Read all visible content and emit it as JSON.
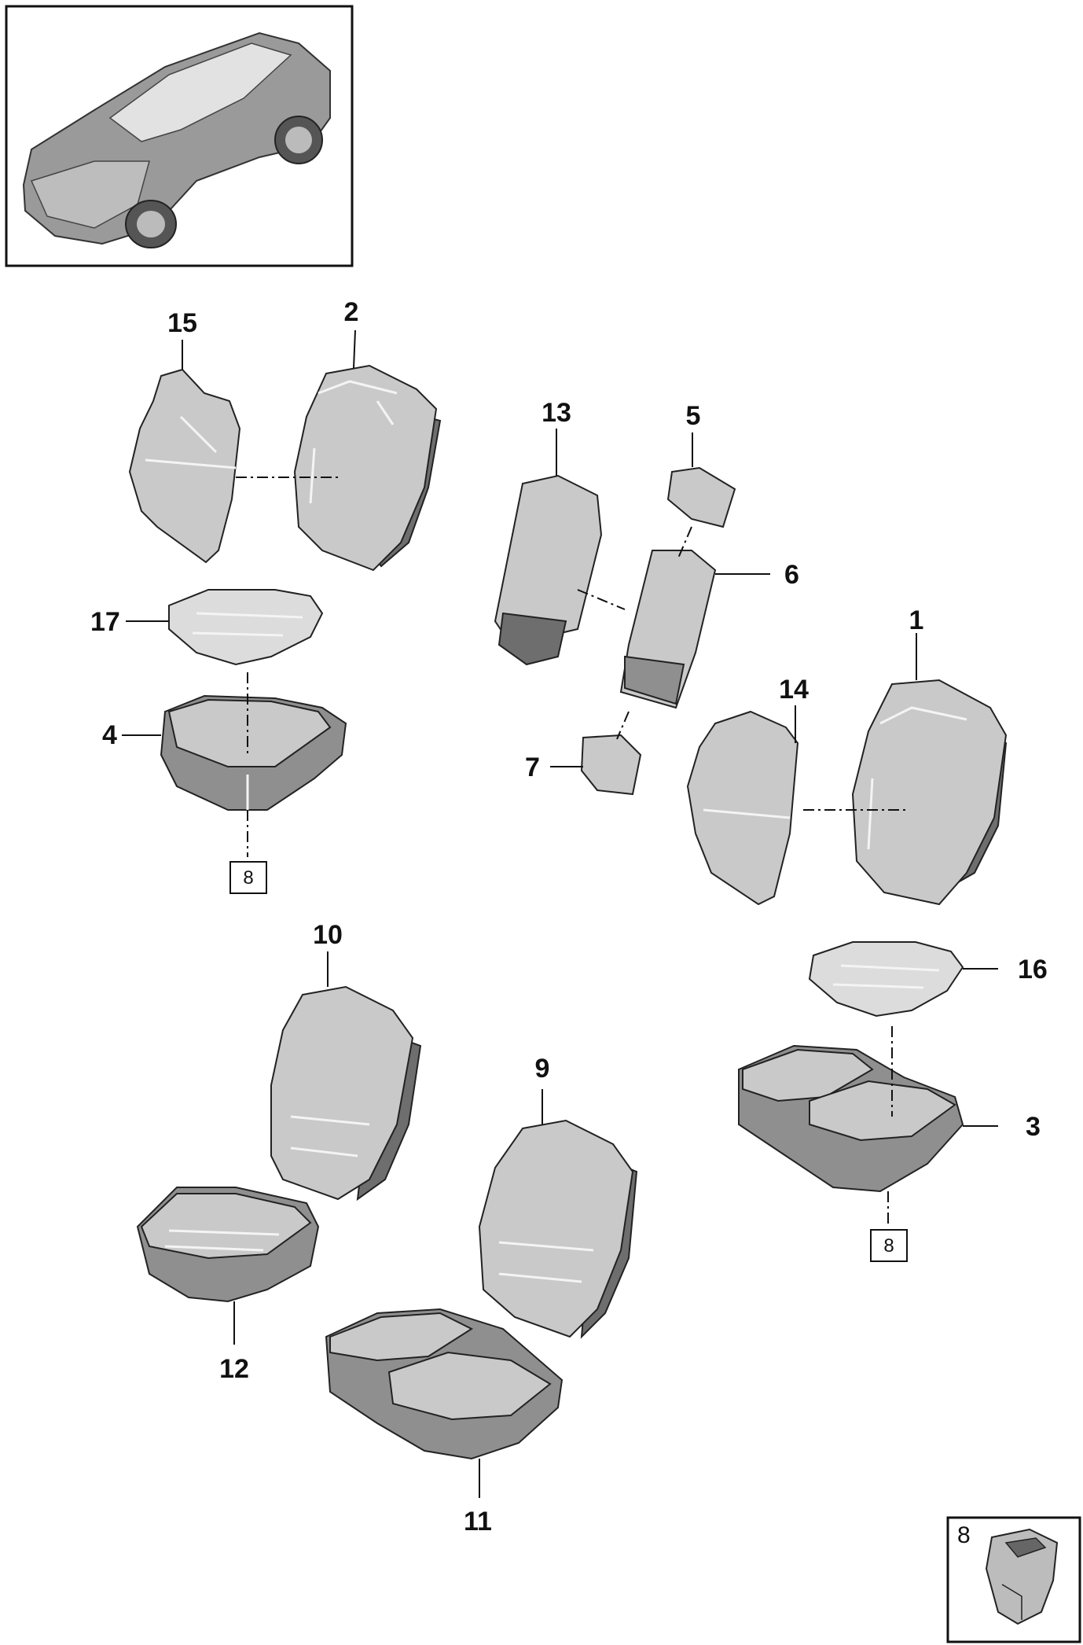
{
  "callouts": {
    "c1": "1",
    "c2": "2",
    "c3": "3",
    "c4": "4",
    "c5": "5",
    "c6": "6",
    "c7": "7",
    "c9": "9",
    "c10": "10",
    "c11": "11",
    "c12": "12",
    "c13": "13",
    "c14": "14",
    "c15": "15",
    "c16": "16",
    "c17": "17"
  },
  "refs": {
    "ref8_left": "8",
    "ref8_right": "8"
  },
  "inset": {
    "number": "8"
  },
  "colors": {
    "line": "#111111",
    "part_fill": "#c9c9c9",
    "part_shadow": "#6e6e6e",
    "background": "#ffffff"
  }
}
